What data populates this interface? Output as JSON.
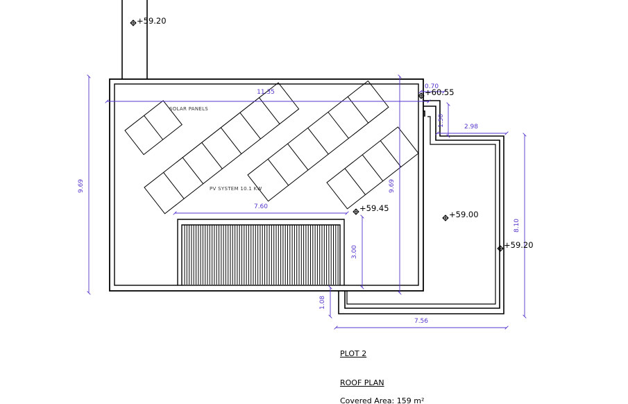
{
  "colors": {
    "line": "#000000",
    "dimension": "#5533cc"
  },
  "dimensions": {
    "roof_width": "11.35",
    "roof_height_left": "9.69",
    "roof_height_right": "9.69",
    "offset_top": "0.70",
    "step_small": "1.50",
    "terrace_top": "2.98",
    "terrace_height": "8.10",
    "terrace_bottom": "7.56",
    "shed_width": "7.60",
    "shed_height": "3.00",
    "step_bottom": "1.08"
  },
  "levels": {
    "chimney": "+59.20",
    "roof_top": "+60.55",
    "roof_mid": "+59.45",
    "terrace": "+59.00",
    "terrace_edge": "+59.20"
  },
  "labels": {
    "solar_panels": "SOLAR PANELS",
    "pv_system": "PV SYSTEM 10.1 KW"
  },
  "info": {
    "plot": "PLOT 2",
    "title": "ROOF PLAN",
    "area": "Covered Area: 159 m²"
  }
}
